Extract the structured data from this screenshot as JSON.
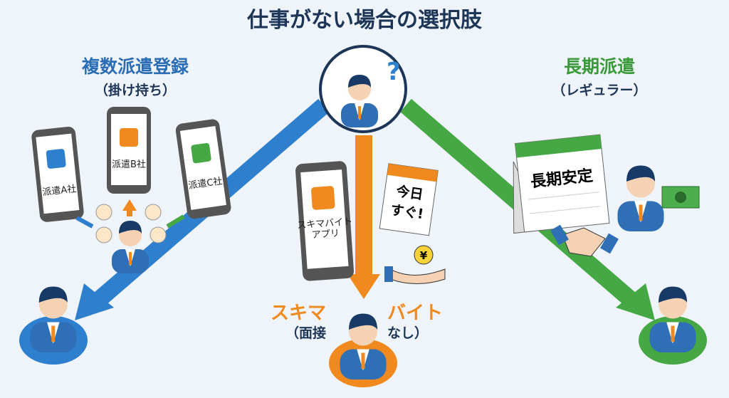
{
  "title": "仕事がない場合の選択肢",
  "left": {
    "heading": "複数派遣登録",
    "subheading": "（掛け持ち）",
    "phones": [
      "派遣A社",
      "派遣B社",
      "派遣C社"
    ],
    "color": "#2f7fcf"
  },
  "center": {
    "heading_left": "スキマ",
    "heading_right": "バイト",
    "sub_left": "（面接",
    "sub_right": "なし）",
    "phone_label_1": "スキマバイト",
    "phone_label_2": "アプリ",
    "calendar_line_1": "今日",
    "calendar_line_2": "すぐ!",
    "coin": "¥",
    "color": "#f0891e"
  },
  "right": {
    "heading": "長期派遣",
    "subheading": "（レギュラー）",
    "calendar_label": "長期安定",
    "color": "#45a845"
  },
  "question_mark": "?"
}
